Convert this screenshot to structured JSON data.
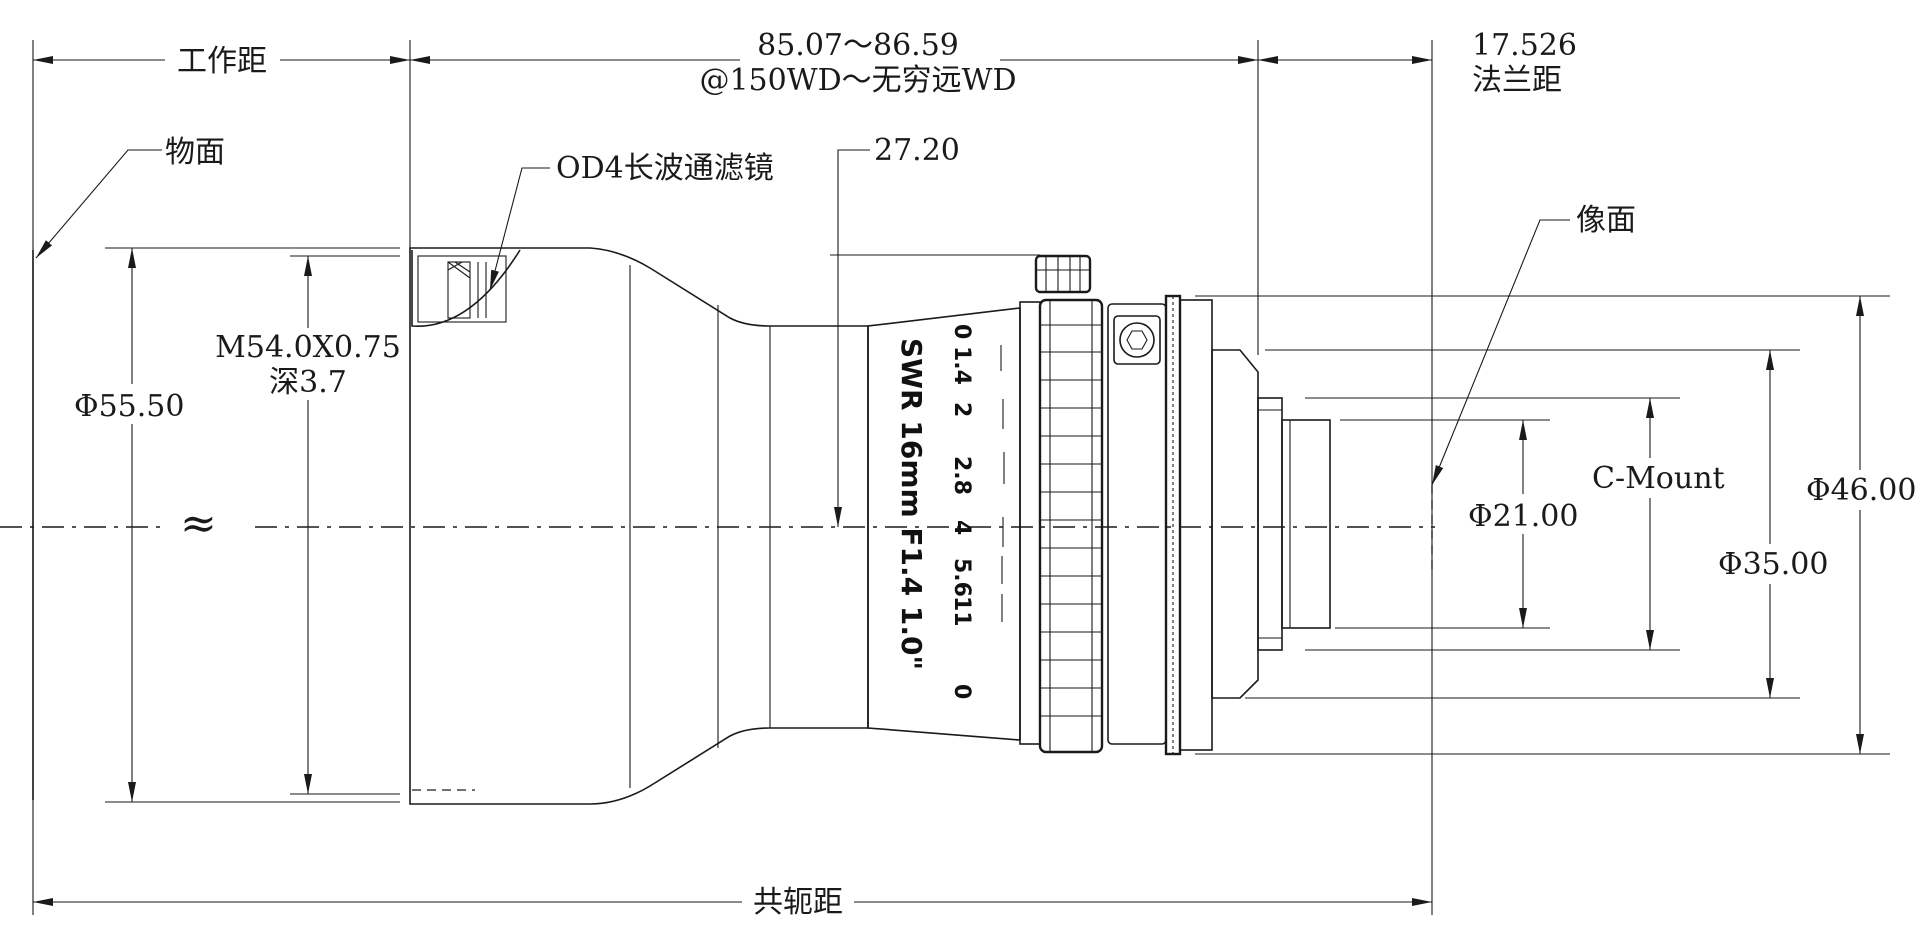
{
  "dimensions": {
    "working_distance": "工作距",
    "length_range": "85.07～86.59",
    "focus_range": "@150WD～无穷远WD",
    "flange_value": "17.526",
    "flange_label": "法兰距",
    "object_plane": "物面",
    "filter": "OD4长波通滤镜",
    "focus_length": "27.20",
    "image_plane": "像面",
    "thread": "M54.0X0.75",
    "thread_depth": "深3.7",
    "front_dia": "Φ55.50",
    "break_symbol": "≈",
    "mount_label": "C-Mount",
    "mount_inner_dia": "Φ21.00",
    "mount_dia": "Φ35.00",
    "body_dia": "Φ46.00",
    "conjugate": "共轭距"
  },
  "lens_marking": {
    "model": "SWR 16mm F1.4 1.0\"",
    "aperture_scale": [
      "1.4",
      "2",
      "2.8",
      "4",
      "5.6",
      "11"
    ],
    "zero_top": "0",
    "zero_bottom": "0"
  }
}
